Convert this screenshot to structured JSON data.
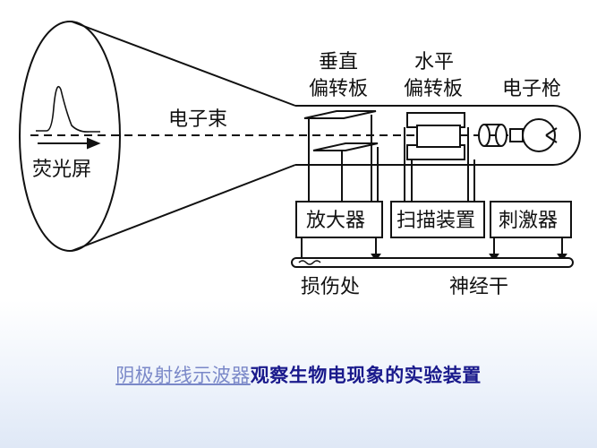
{
  "diagram": {
    "labels": {
      "screen": "荧光屏",
      "beam": "电子束",
      "vertical_line1": "垂直",
      "vertical_line2": "偏转板",
      "horizontal_line1": "水平",
      "horizontal_line2": "偏转板",
      "gun": "电子枪",
      "amplifier": "放大器",
      "sweep": "扫描装置",
      "stimulator": "刺激器",
      "injury": "损伤处",
      "nerve": "神经干"
    }
  },
  "caption": {
    "link_text": "阴极射线示波器",
    "rest_text": "观察生物电现象的实验装置",
    "link_color": "#7a88c8",
    "text_color": "#1a1a8c"
  }
}
